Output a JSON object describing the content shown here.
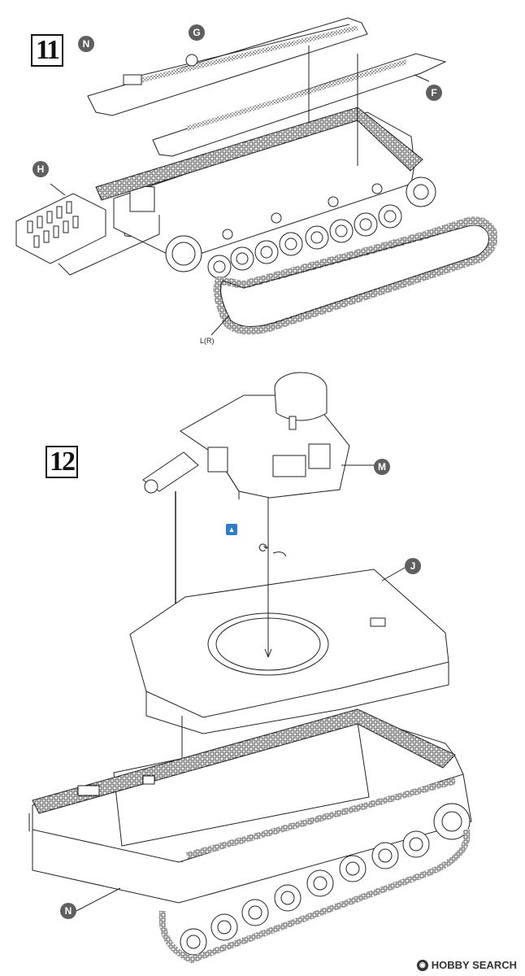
{
  "steps": {
    "step11": {
      "number": "11",
      "variant": "N"
    },
    "step12": {
      "number": "12"
    }
  },
  "callouts": {
    "G": "G",
    "F": "F",
    "H": "H",
    "M": "M",
    "J": "J",
    "N": "N"
  },
  "labels": {
    "track_side": "L(R)"
  },
  "watermark": {
    "brand_a": "H",
    "text": "HOBBY SEARCH"
  },
  "colors": {
    "callout_fill": "#5f5f5f",
    "glue_icon": "#2f7cc9",
    "line": "#222222"
  }
}
